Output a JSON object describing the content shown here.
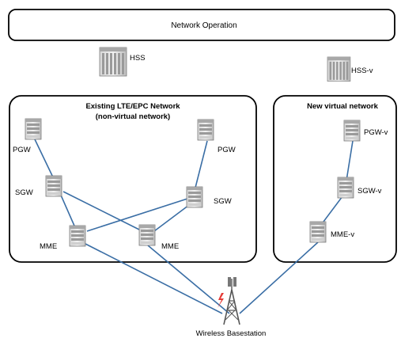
{
  "header": {
    "title": "Network Operation"
  },
  "existing_network": {
    "title_line1": "Existing LTE/EPC Network",
    "title_line2": "(non-virtual network)"
  },
  "virtual_network": {
    "title": "New virtual network"
  },
  "nodes": {
    "hss": "HSS",
    "hss_v": "HSS-v",
    "pgw_left": "PGW",
    "pgw_right": "PGW",
    "sgw_left": "SGW",
    "sgw_right": "SGW",
    "mme_left": "MME",
    "mme_right": "MME",
    "pgw_v": "PGW-v",
    "sgw_v": "SGW-v",
    "mme_v": "MME-v"
  },
  "basestation": {
    "label": "Wireless Basestation"
  },
  "colors": {
    "link": "#3a6ea5",
    "signal": "#e53935",
    "box_stroke": "#000000"
  }
}
